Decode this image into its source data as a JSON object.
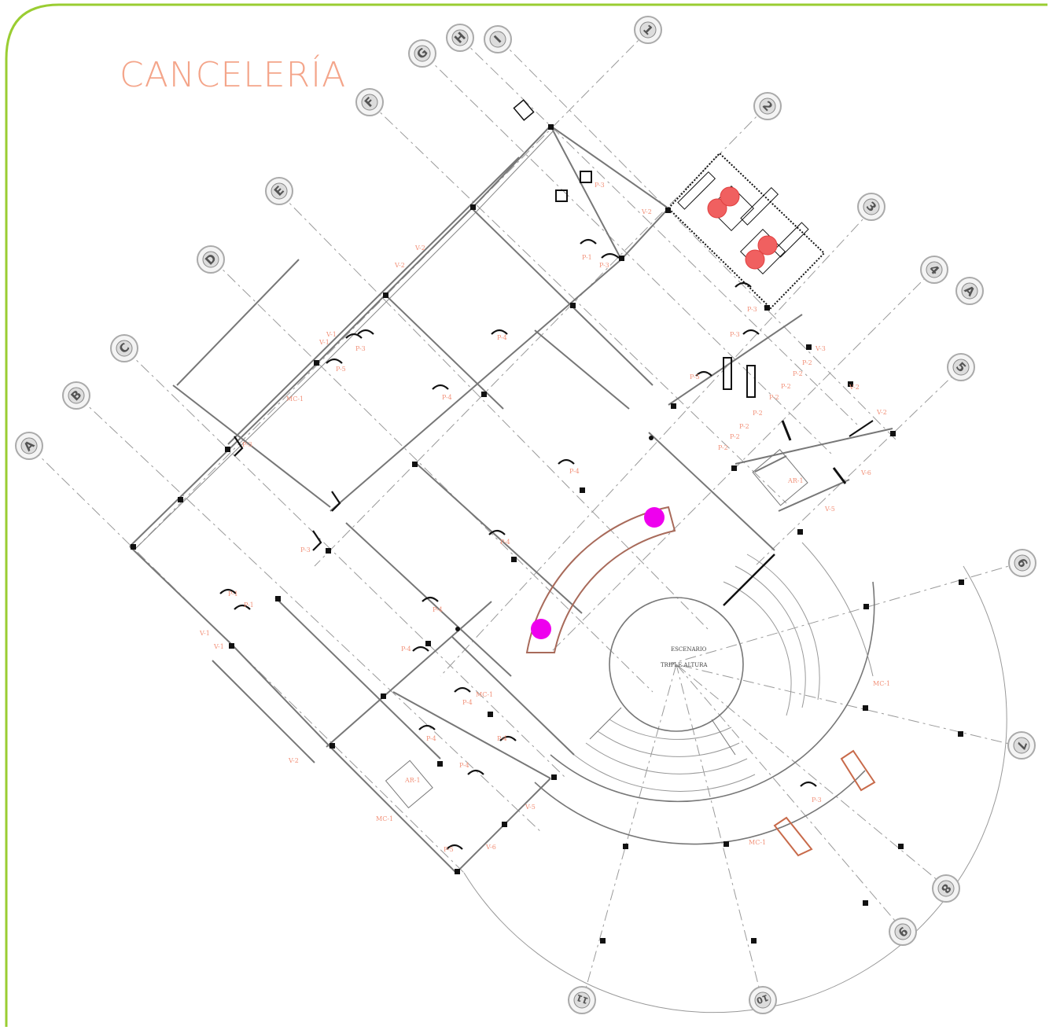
{
  "title": "CANCELERÍA",
  "colors": {
    "frame": "#9acd32",
    "title": "#f4a58a",
    "tags": "#f2927a",
    "accent_plants": "#ee00ee"
  },
  "grid_markers": [
    {
      "id": "A",
      "label": "A"
    },
    {
      "id": "B",
      "label": "B"
    },
    {
      "id": "C",
      "label": "C"
    },
    {
      "id": "D",
      "label": "D"
    },
    {
      "id": "E",
      "label": "E"
    },
    {
      "id": "F",
      "label": "F"
    },
    {
      "id": "G",
      "label": "G"
    },
    {
      "id": "H",
      "label": "H"
    },
    {
      "id": "I",
      "label": "I"
    },
    {
      "id": "1",
      "label": "1"
    },
    {
      "id": "2",
      "label": "2"
    },
    {
      "id": "3",
      "label": "3"
    },
    {
      "id": "4",
      "label": "4"
    },
    {
      "id": "4A",
      "label": "A"
    },
    {
      "id": "5",
      "label": "5"
    },
    {
      "id": "6",
      "label": "6"
    },
    {
      "id": "7",
      "label": "7"
    },
    {
      "id": "8",
      "label": "8"
    },
    {
      "id": "9",
      "label": "9"
    },
    {
      "id": "10",
      "label": "10"
    },
    {
      "id": "11",
      "label": "11"
    }
  ],
  "tags": {
    "v2a": "V-2",
    "v2b": "V-2",
    "v2c": "V-2",
    "v2d": "V-2",
    "v2e": "V-2",
    "v2f": "V-2",
    "v2g": "V-2",
    "v1a": "V-1",
    "v1b": "V-1",
    "v1c": "V-1",
    "v1d": "V-1",
    "v3": "V-3",
    "v5a": "V-5",
    "v5b": "V-5",
    "v6a": "V-6",
    "v6b": "V-6",
    "p1a": "P-1",
    "p1b": "P-1",
    "p1c": "P-1",
    "p2a": "P-2",
    "p2b": "P-2",
    "p2c": "P-2",
    "p2d": "P-2",
    "p2e": "P-2",
    "p2f": "P-2",
    "p2g": "P-2",
    "p2h": "P-2",
    "p3a": "P-3",
    "p3b": "P-3",
    "p3c": "P-3",
    "p3d": "P-3",
    "p3e": "P-3",
    "p3f": "P-3",
    "p3g": "P-3",
    "p3h": "P-3",
    "p4a": "P-4",
    "p4b": "P-4",
    "p4c": "P-4",
    "p4d": "P-4",
    "p4e": "P-4",
    "p4f": "P-4",
    "p4g": "P-4",
    "p4h": "P-4",
    "p4i": "P-4",
    "p4j": "P-4",
    "p5a": "P-5",
    "p5b": "P-5",
    "p5c": "P-5",
    "mc1a": "MC-1",
    "mc1b": "MC-1",
    "mc1c": "MC-1",
    "mc1d": "MC-1",
    "mc1e": "MC-1",
    "ar1a": "AR-1",
    "ar1b": "AR-1"
  },
  "center_labels": {
    "escenario": "ESCENARIO",
    "triple": "TRIPLE ALTURA"
  }
}
